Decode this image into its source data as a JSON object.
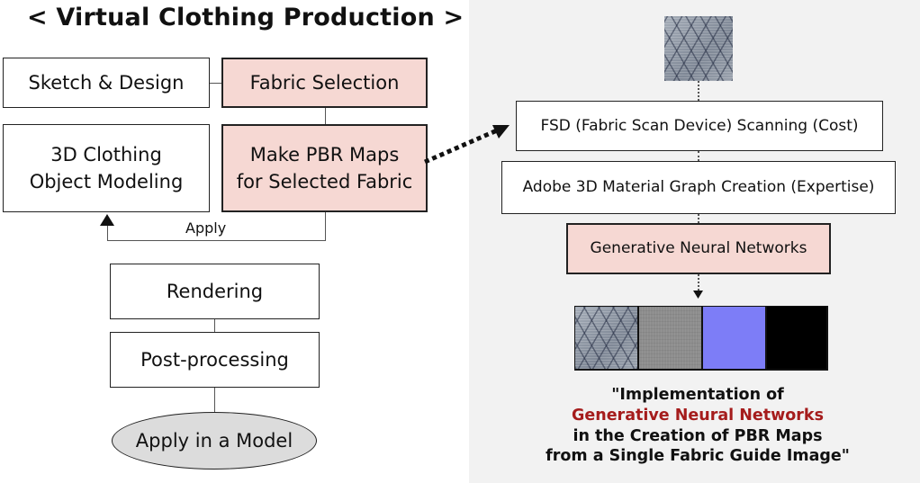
{
  "title": "< Virtual Clothing Production >",
  "left_flow": {
    "sketch_design": "Sketch & Design",
    "fabric_selection": "Fabric Selection",
    "modeling_line1": "3D Clothing",
    "modeling_line2": "Object Modeling",
    "pbr_line1": "Make PBR Maps",
    "pbr_line2": "for Selected Fabric",
    "apply_label": "Apply",
    "rendering": "Rendering",
    "post_processing": "Post-processing",
    "apply_model": "Apply in a Model"
  },
  "right_flow": {
    "fsd_scanning": "FSD (Fabric Scan Device) Scanning (Cost)",
    "adobe_graph": "Adobe 3D Material Graph Creation (Expertise)",
    "gnn": "Generative Neural Networks"
  },
  "caption": {
    "line1": "\"Implementation of",
    "line2": "Generative Neural Networks",
    "line3": "in the Creation of PBR Maps",
    "line4": "from a Single Fabric Guide Image\""
  },
  "colors": {
    "highlight_box": "#f6d8d3",
    "highlight_text": "#a51c1c",
    "panel_bg": "#f2f2f2",
    "normal_map": "#7d7df7"
  }
}
